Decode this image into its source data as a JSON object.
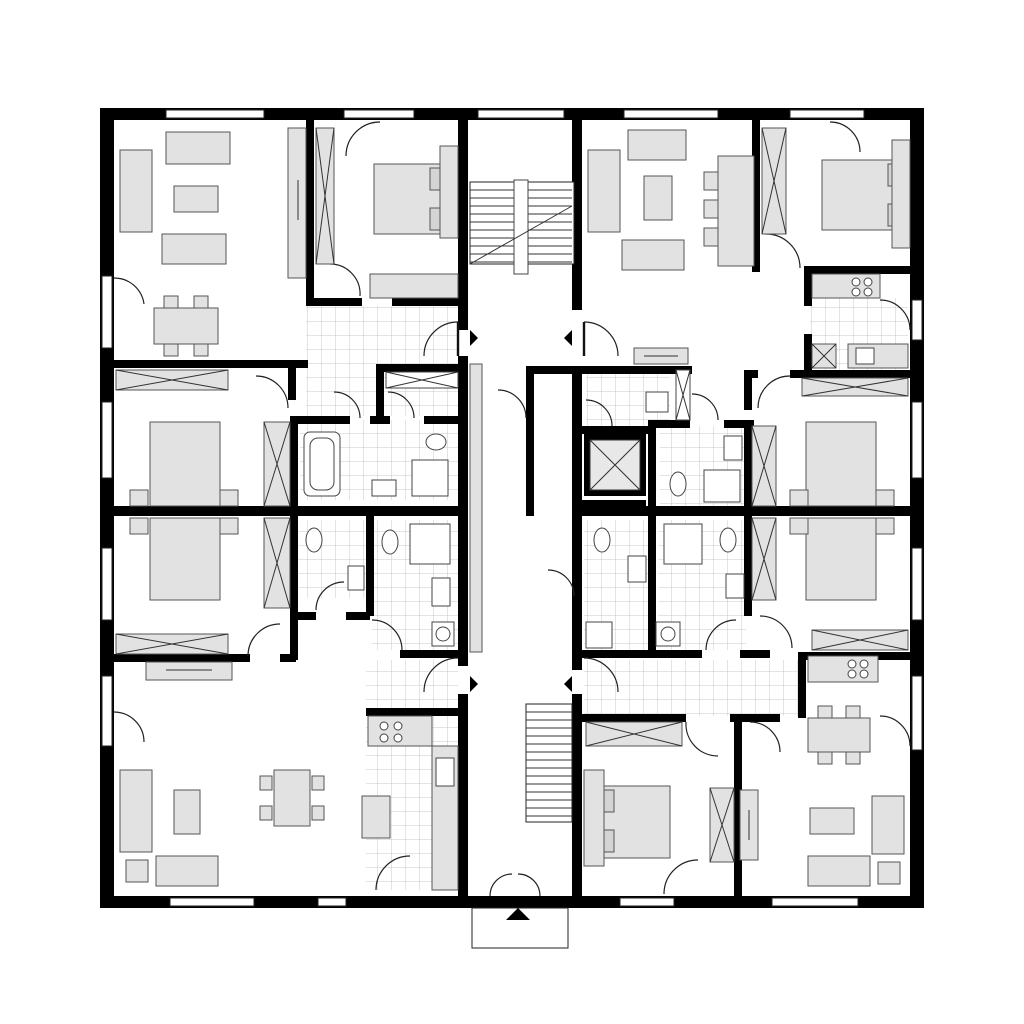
{
  "plan": {
    "colors": {
      "walls": "#000000",
      "furniture": "#e2e2e2",
      "tiles": "#c8c8c8",
      "background": "#ffffff"
    },
    "units": [
      {
        "id": "unit-nw",
        "rooms": [
          "living-room",
          "bedroom",
          "bathroom"
        ]
      },
      {
        "id": "unit-w-mid-upper",
        "rooms": [
          "bedroom",
          "bathroom"
        ]
      },
      {
        "id": "unit-w-mid-lower",
        "rooms": [
          "bedroom",
          "toilet",
          "bathroom"
        ]
      },
      {
        "id": "unit-sw",
        "rooms": [
          "living-room",
          "kitchen"
        ]
      },
      {
        "id": "unit-ne",
        "rooms": [
          "living-room",
          "bedroom",
          "kitchen"
        ]
      },
      {
        "id": "unit-e-mid",
        "rooms": [
          "bedroom",
          "bathroom"
        ]
      },
      {
        "id": "unit-se",
        "rooms": [
          "bedroom",
          "living-room",
          "kitchen"
        ]
      }
    ],
    "cores": [
      "stair-north",
      "stair-south",
      "elevator",
      "entrance"
    ]
  }
}
